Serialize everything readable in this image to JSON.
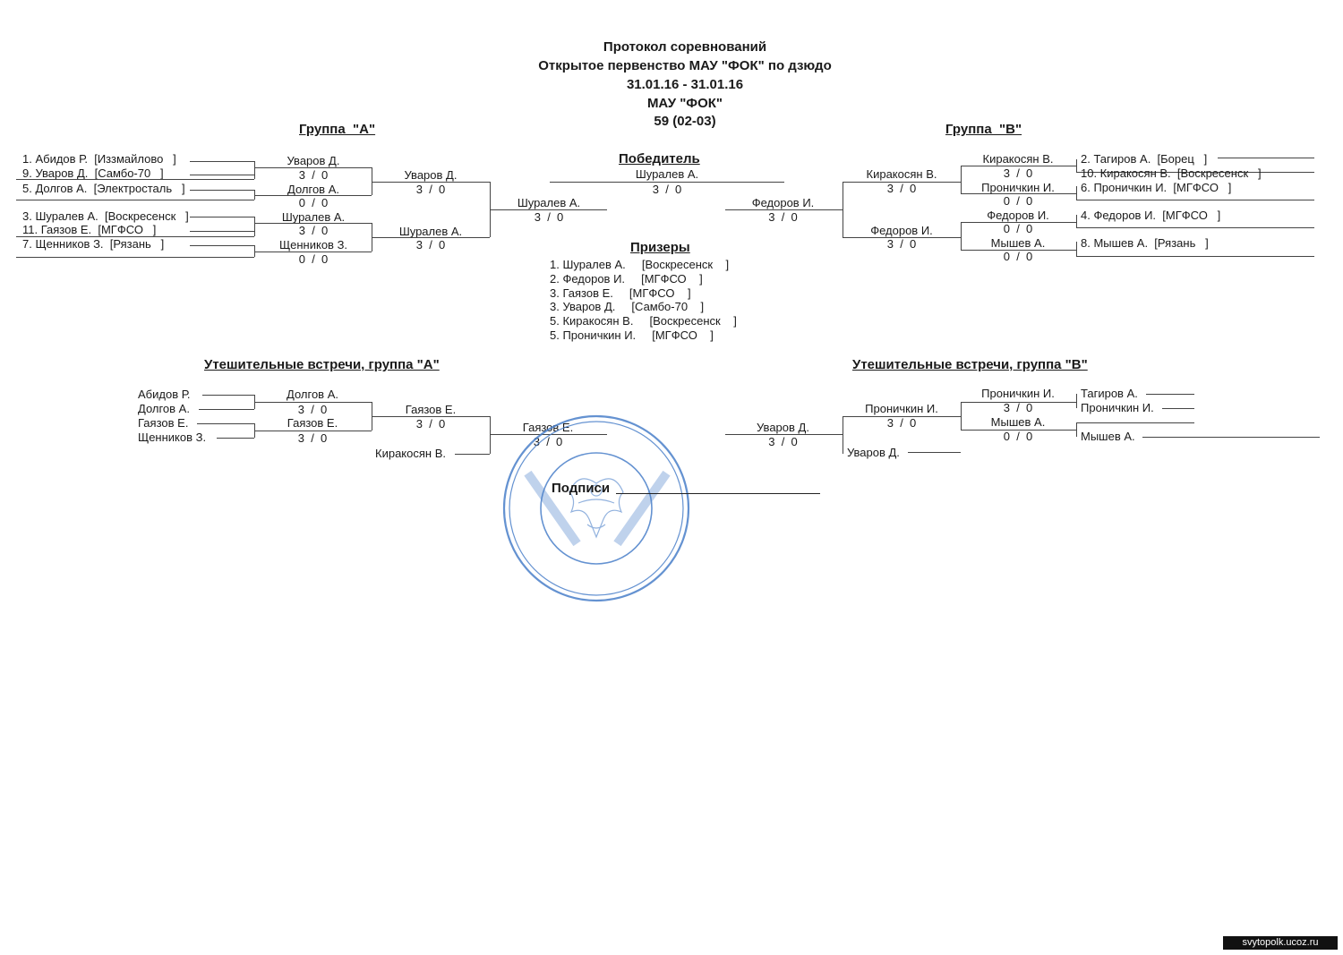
{
  "header": {
    "line1": "Протокол соревнований",
    "line2": "Открытое первенство МАУ \"ФОК\" по дзюдо",
    "line3": "31.01.16 - 31.01.16",
    "line4": "МАУ \"ФОК\"",
    "line5": "59 (02-03)"
  },
  "groupA": {
    "title": "Группа  \"А\"",
    "entrants": [
      "1. Абидов Р.  [Иззмайлово   ]",
      "9. Уваров Д.  [Самбо-70   ]",
      "5. Долгов А.  [Электросталь   ]",
      "3. Шуралев А.  [Воскресенск   ]",
      "11. Гаязов Е.  [МГФСО   ]",
      "7. Щенников З.  [Рязань   ]"
    ],
    "r1": [
      {
        "name": "Уваров Д.",
        "score": "3  /  0"
      },
      {
        "name": "Долгов А.",
        "score": "0  /  0"
      },
      {
        "name": "Шуралев А.",
        "score": "3  /  0"
      },
      {
        "name": "Щенников З.",
        "score": "0  /  0"
      }
    ],
    "r2": [
      {
        "name": "Уваров Д.",
        "score": "3  /  0"
      },
      {
        "name": "Шуралев А.",
        "score": "3  /  0"
      }
    ],
    "final": {
      "name": "Шуралев А.",
      "score": "3  /  0"
    }
  },
  "groupB": {
    "title": "Группа  \"В\"",
    "entrants": [
      "2. Тагиров А.  [Борец   ]",
      "10. Киракосян В.  [Воскресенск   ]",
      "6. Проничкин И.  [МГФСО   ]",
      "4. Федоров И.  [МГФСО   ]",
      "8. Мышев А.  [Рязань   ]"
    ],
    "r1": [
      {
        "name": "Киракосян В.",
        "score": "3  /  0"
      },
      {
        "name": "Проничкин И.",
        "score": "0  /  0"
      },
      {
        "name": "Федоров И.",
        "score": "0  /  0"
      },
      {
        "name": "Мышев А.",
        "score": "0  /  0"
      }
    ],
    "r2": [
      {
        "name": "Киракосян В.",
        "score": "3  /  0"
      },
      {
        "name": "Федоров И.",
        "score": "3  /  0"
      }
    ],
    "final": {
      "name": "Федоров И.",
      "score": "3  /  0"
    }
  },
  "winner": {
    "title": "Победитель",
    "name": "Шуралев А.",
    "score": "3  /  0"
  },
  "prizes": {
    "title": "Призеры",
    "items": [
      "1. Шуралев А.     [Воскресенск    ]",
      "2. Федоров И.     [МГФСО    ]",
      "3. Гаязов Е.     [МГФСО    ]",
      "3. Уваров Д.     [Самбо-70    ]",
      "5. Киракосян В.     [Воскресенск    ]",
      "5. Проничкин И.     [МГФСО    ]"
    ]
  },
  "consA": {
    "title": "Утешительные встречи, группа \"А\"",
    "entrants": [
      "Абидов Р.",
      "Долгов А.",
      "Гаязов Е.",
      "Щенников З."
    ],
    "r1": [
      {
        "name": "Долгов А.",
        "score": "3  /  0"
      },
      {
        "name": "Гаязов Е.",
        "score": "3  /  0"
      }
    ],
    "r2": {
      "name": "Гаязов Е.",
      "score": "3  /  0"
    },
    "other": "Киракосян В.",
    "final": {
      "name": "Гаязов Е.",
      "score": "3  /  0"
    }
  },
  "consB": {
    "title": "Утешительные встречи, группа \"В\"",
    "entrants": [
      "Тагиров А.",
      "Проничкин И.",
      "",
      "Мышев А."
    ],
    "r1": [
      {
        "name": "Проничкин И.",
        "score": "3  /  0"
      },
      {
        "name": "Мышев А.",
        "score": "0  /  0"
      }
    ],
    "r2": {
      "name": "Проничкин И.",
      "score": "3  /  0"
    },
    "other": "Уваров Д.",
    "final": {
      "name": "Уваров Д.",
      "score": "3  /  0"
    }
  },
  "signature": {
    "label": "Подписи"
  },
  "watermark": "svytopolk.ucoz.ru",
  "colors": {
    "stamp": "#4a7fc9",
    "ink": "#1a1a1a"
  }
}
